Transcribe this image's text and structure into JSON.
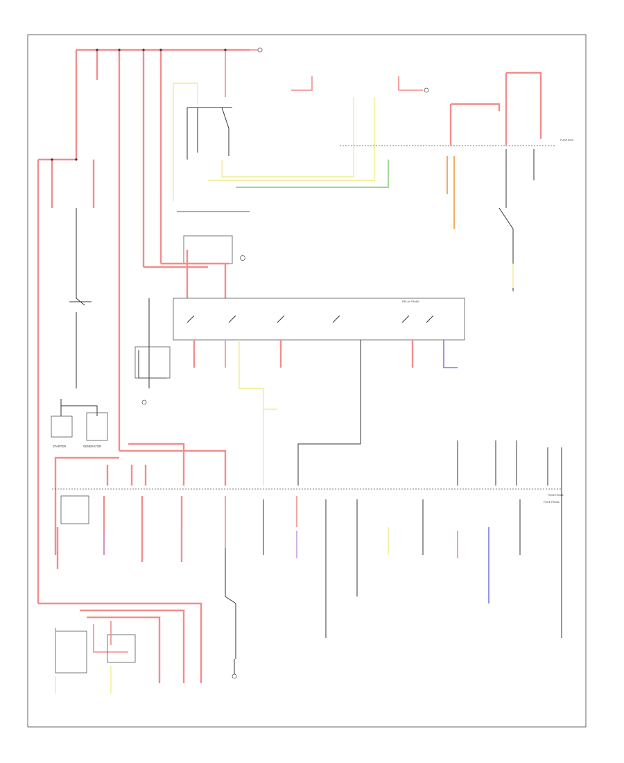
{
  "diagram": {
    "labels": {
      "starter": "STARTER",
      "generator": "GENERATOR",
      "fuse_panel_right": "FUSE PANEL",
      "fuse_panel_bottom": "FUSE PANEL",
      "fuse_box_top": "FUSE BOX",
      "relay_panel": "RELAY PANEL"
    },
    "colors": {
      "red_wire": "#f28c8c",
      "yellow_wire": "#f2ec8c",
      "green_wire": "#7cc96b",
      "violet_wire": "#c79be0",
      "blue_wire": "#7a7ae6",
      "orange_wire": "#f2a24f",
      "black_wire": "#333333"
    }
  }
}
